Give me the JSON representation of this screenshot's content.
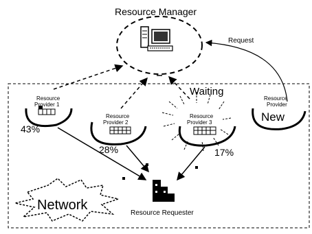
{
  "manager": {
    "label": "Resource Manager"
  },
  "request": {
    "label": "Request"
  },
  "waiting": {
    "label": "Waiting"
  },
  "providers": [
    {
      "line1": "Resource",
      "line2": "Provider 1",
      "load": "43%"
    },
    {
      "line1": "Resource",
      "line2": "Provider 2",
      "load": "28%"
    },
    {
      "line1": "Resource",
      "line2": "Provider 3",
      "load": "17%"
    }
  ],
  "new_provider": {
    "line1": "Resource",
    "line2": "Provider",
    "badge": "New"
  },
  "network": {
    "label": "Network"
  },
  "requester": {
    "label": "Resource Requester"
  }
}
